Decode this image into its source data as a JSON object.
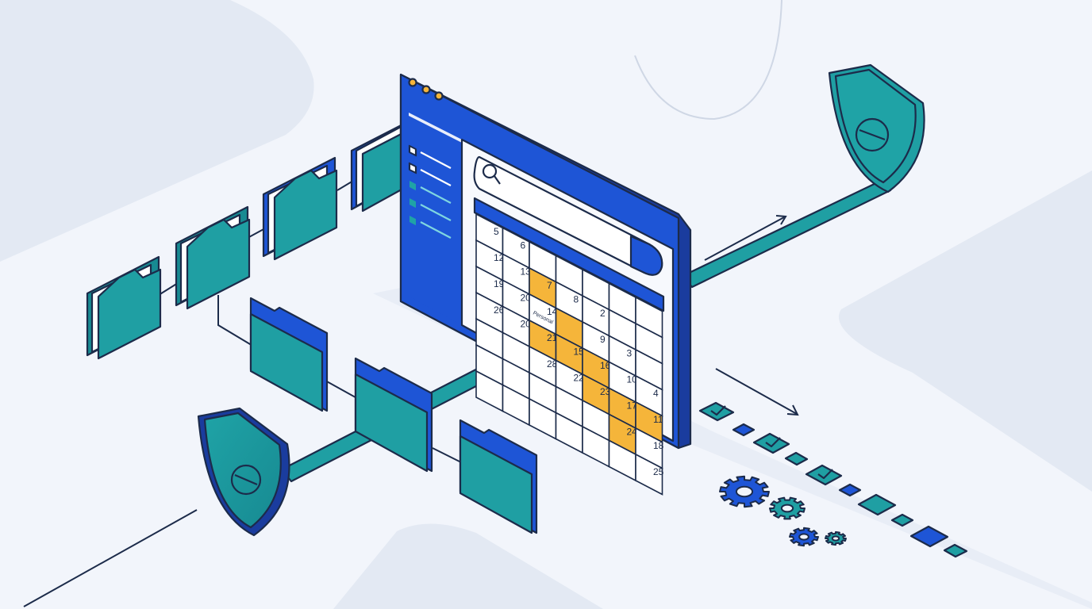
{
  "colors": {
    "background": "#f2f5fb",
    "backdrop_shape": "#e3e9f3",
    "window_blue": "#1e55d6",
    "window_dark": "#1a3c9e",
    "teal": "#1f9fa3",
    "teal_dark": "#167c86",
    "highlight": "#f5b53a",
    "outline": "#1c2b4a"
  },
  "calendar": {
    "rows": [
      [
        "5",
        "6",
        "",
        "",
        "",
        "",
        ""
      ],
      [
        "12",
        "13",
        "7",
        "8",
        "2",
        "",
        ""
      ],
      [
        "19",
        "20",
        "14",
        "",
        "9",
        "3",
        ""
      ],
      [
        "26",
        "20",
        "21",
        "15",
        "16",
        "10",
        "4"
      ],
      [
        "",
        "",
        "28",
        "22",
        "23",
        "17",
        "11"
      ],
      [
        "",
        "",
        "",
        "",
        "",
        "24",
        "18"
      ],
      [
        "",
        "",
        "",
        "",
        "",
        "",
        "25"
      ]
    ],
    "highlighted": [
      "1-2",
      "2-3",
      "3-2",
      "3-3",
      "3-4",
      "4-4",
      "4-5",
      "4-6",
      "5-5"
    ],
    "event_label": "Personal"
  },
  "icons": {
    "search": "search-icon",
    "folder": "folder-icon",
    "shield": "shield-icon",
    "gear": "gear-icon",
    "check": "check-icon"
  }
}
